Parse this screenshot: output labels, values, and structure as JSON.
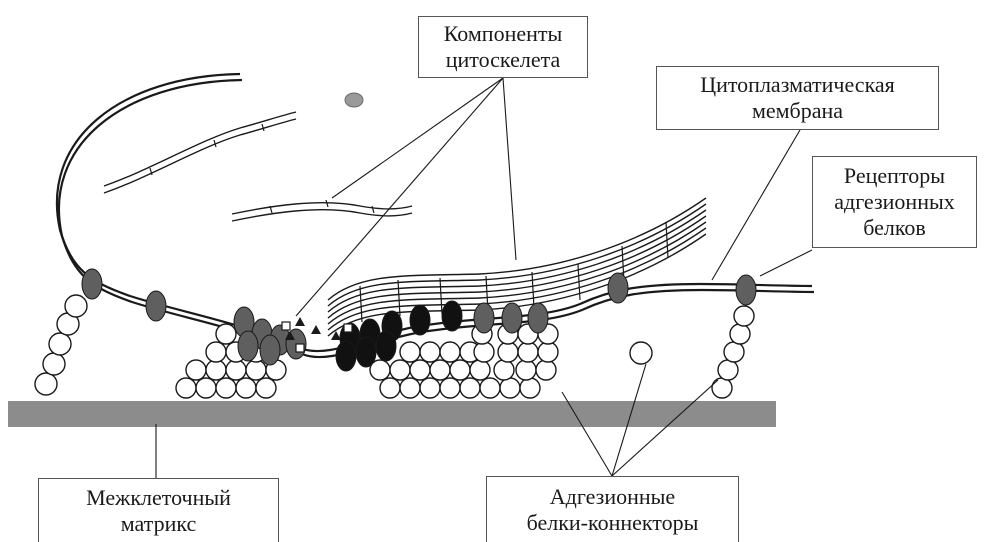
{
  "labels": {
    "cytoskeleton": "Компоненты\nцитоскелета",
    "membrane": "Цитоплазматическая\nмембрана",
    "receptors": "Рецепторы\nадгезионных\nбелков",
    "matrix": "Межклеточный\nматрикс",
    "connectors": "Адгезионные\nбелки-коннекторы"
  },
  "colors": {
    "ink": "#1a1a1a",
    "matrix_fill": "#8c8c8c",
    "receptor_fill": "#5f5f5f",
    "dark_receptor_fill": "#111111",
    "connector_fill": "#ffffff"
  }
}
